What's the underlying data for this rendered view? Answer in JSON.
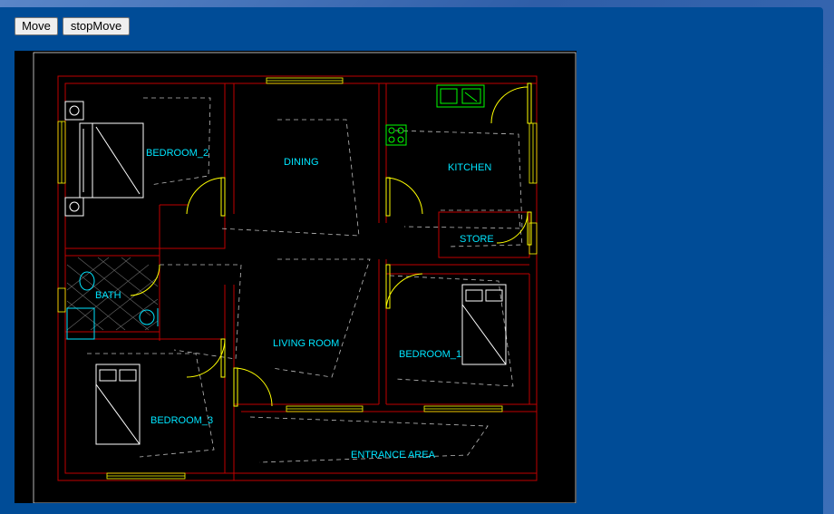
{
  "toolbar": {
    "move_label": "Move",
    "stop_label": "stopMove"
  },
  "plan": {
    "rooms": {
      "bedroom2": "BEDROOM_2",
      "dining": "DINING",
      "kitchen": "KITCHEN",
      "store": "STORE",
      "bath": "BATH",
      "living": "LIVING ROOM",
      "bedroom1": "BEDROOM_1",
      "bedroom3": "BEDROOM_3",
      "entrance": "ENTRANCE AREA"
    },
    "colors": {
      "background": "#000000",
      "walls": "#c00000",
      "labels": "#00e5ff",
      "doors": "#ffff00",
      "furniture": "#ffffff",
      "fixtures": "#00ff00",
      "dashed": "#bbbbbb"
    }
  }
}
